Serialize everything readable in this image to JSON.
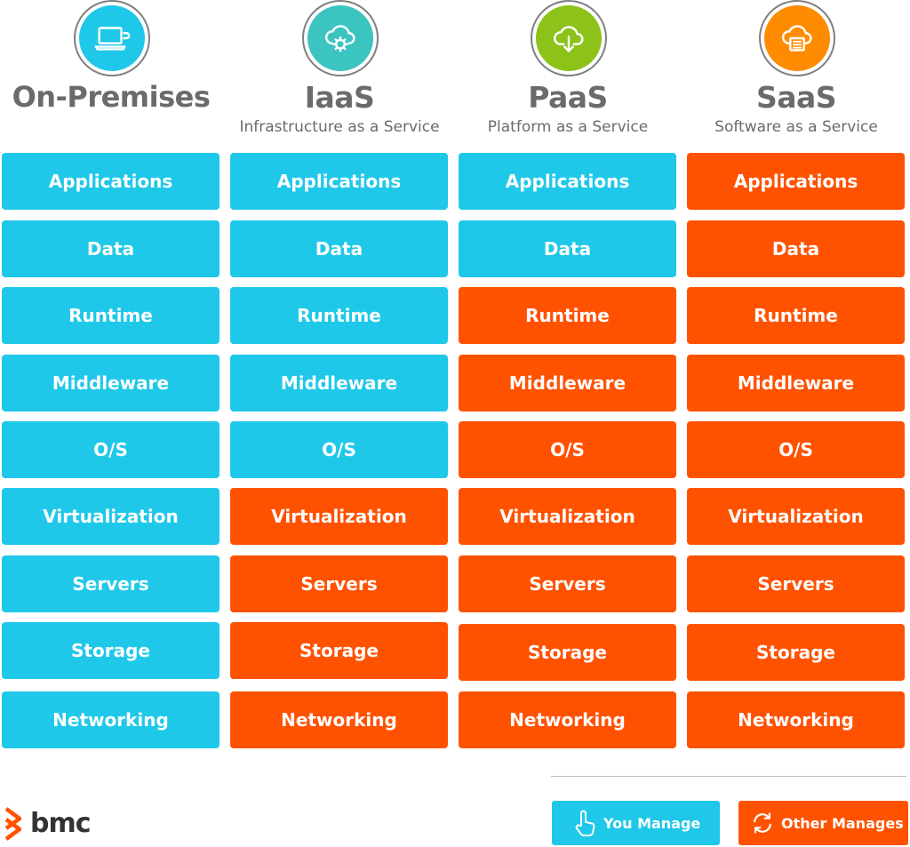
{
  "colors": {
    "you_manage": "#1fc8e9",
    "other_manages": "#ff5200",
    "heading": "#6b6b6b"
  },
  "columns": [
    {
      "title": "On-Premises",
      "subtitle": "",
      "icon": "laptop-icon",
      "icon_color": "#1fc8e9",
      "layers": [
        {
          "label": "Applications",
          "managed_by": "you"
        },
        {
          "label": "Data",
          "managed_by": "you"
        },
        {
          "label": "Runtime",
          "managed_by": "you"
        },
        {
          "label": "Middleware",
          "managed_by": "you"
        },
        {
          "label": "O/S",
          "managed_by": "you"
        },
        {
          "label": "Virtualization",
          "managed_by": "you"
        },
        {
          "label": "Servers",
          "managed_by": "you"
        },
        {
          "label": "Storage",
          "managed_by": "you"
        },
        {
          "label": "Networking",
          "managed_by": "you"
        }
      ]
    },
    {
      "title": "IaaS",
      "subtitle": "Infrastructure as a Service",
      "icon": "cloud-gear-icon",
      "icon_color": "#3cc4c0",
      "layers": [
        {
          "label": "Applications",
          "managed_by": "you"
        },
        {
          "label": "Data",
          "managed_by": "you"
        },
        {
          "label": "Runtime",
          "managed_by": "you"
        },
        {
          "label": "Middleware",
          "managed_by": "you"
        },
        {
          "label": "O/S",
          "managed_by": "you"
        },
        {
          "label": "Virtualization",
          "managed_by": "other"
        },
        {
          "label": "Servers",
          "managed_by": "other"
        },
        {
          "label": "Storage",
          "managed_by": "other"
        },
        {
          "label": "Networking",
          "managed_by": "other"
        }
      ]
    },
    {
      "title": "PaaS",
      "subtitle": "Platform as a Service",
      "icon": "cloud-download-icon",
      "icon_color": "#8cc21a",
      "layers": [
        {
          "label": "Applications",
          "managed_by": "you"
        },
        {
          "label": "Data",
          "managed_by": "you"
        },
        {
          "label": "Runtime",
          "managed_by": "other"
        },
        {
          "label": "Middleware",
          "managed_by": "other"
        },
        {
          "label": "O/S",
          "managed_by": "other"
        },
        {
          "label": "Virtualization",
          "managed_by": "other"
        },
        {
          "label": "Servers",
          "managed_by": "other"
        },
        {
          "label": "Storage",
          "managed_by": "other"
        },
        {
          "label": "Networking",
          "managed_by": "other"
        }
      ]
    },
    {
      "title": "SaaS",
      "subtitle": "Software as a Service",
      "icon": "cloud-document-icon",
      "icon_color": "#ff8c00",
      "layers": [
        {
          "label": "Applications",
          "managed_by": "other"
        },
        {
          "label": "Data",
          "managed_by": "other"
        },
        {
          "label": "Runtime",
          "managed_by": "other"
        },
        {
          "label": "Middleware",
          "managed_by": "other"
        },
        {
          "label": "O/S",
          "managed_by": "other"
        },
        {
          "label": "Virtualization",
          "managed_by": "other"
        },
        {
          "label": "Servers",
          "managed_by": "other"
        },
        {
          "label": "Storage",
          "managed_by": "other"
        },
        {
          "label": "Networking",
          "managed_by": "other"
        }
      ]
    }
  ],
  "legend": {
    "you_manage": "You Manage",
    "other_manages": "Other Manages"
  },
  "logo": {
    "text": "bmc",
    "icon": "bmc-chevron-icon"
  }
}
